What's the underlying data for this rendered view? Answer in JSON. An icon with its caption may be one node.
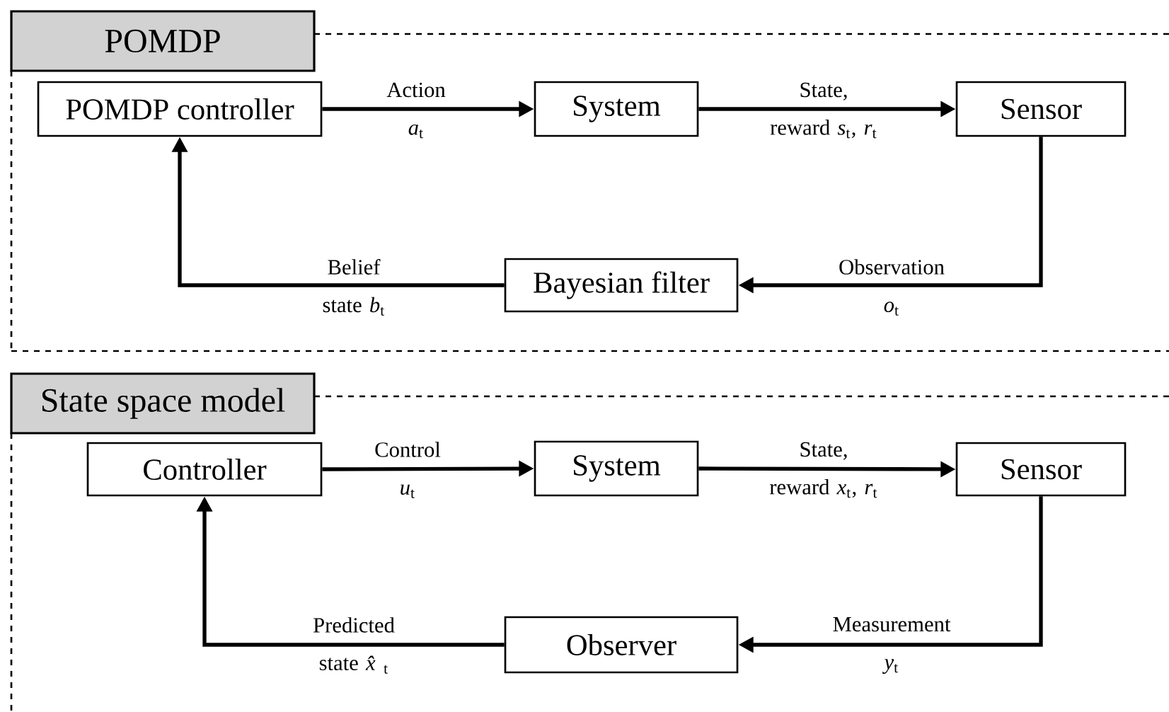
{
  "diagram": {
    "nodes": [
      {
        "text": [
          "POMDP"
        ]
      },
      {
        "text": [
          "POMDP controller"
        ],
        "in": 0
      },
      {
        "text": [
          "System"
        ],
        "in": 0
      },
      {
        "text": [
          "Sensor"
        ],
        "in": 0
      },
      {
        "text": [
          "Bayesian filter"
        ],
        "in": 0
      },
      {
        "text": [
          "State space model"
        ]
      },
      {
        "text": [
          "Controller"
        ],
        "in": 5
      },
      {
        "text": [
          "System"
        ],
        "in": 5
      },
      {
        "text": [
          "Sensor"
        ],
        "in": 5
      },
      {
        "text": [
          "Observer"
        ],
        "in": 5
      }
    ],
    "edges": [
      {
        "from": 1,
        "to": 2,
        "arrow": "to",
        "label": "Action *a*$_{t}$"
      },
      {
        "from": 2,
        "to": 3,
        "arrow": "to",
        "label": "State, reward *s*$_{t}$, *r*$_{t}$"
      },
      {
        "from": 3,
        "to": 4,
        "arrow": "to",
        "label": "Observation *o*$_{t}$"
      },
      {
        "from": 4,
        "to": 1,
        "arrow": "to",
        "label": "Belief state *b*$_{t}$"
      },
      {
        "from": 6,
        "to": 7,
        "arrow": "to",
        "label": "Control *u*$_{t}$"
      },
      {
        "from": 7,
        "to": 8,
        "arrow": "to",
        "label": "State, reward *x*$_{t}$, *r*$_{t}$"
      },
      {
        "from": 8,
        "to": 9,
        "arrow": "to",
        "label": "Measurement *y*$_{t}$"
      },
      {
        "from": 9,
        "to": 6,
        "arrow": "to",
        "label": "Predicted state *x̂*$_{t}$"
      }
    ]
  }
}
